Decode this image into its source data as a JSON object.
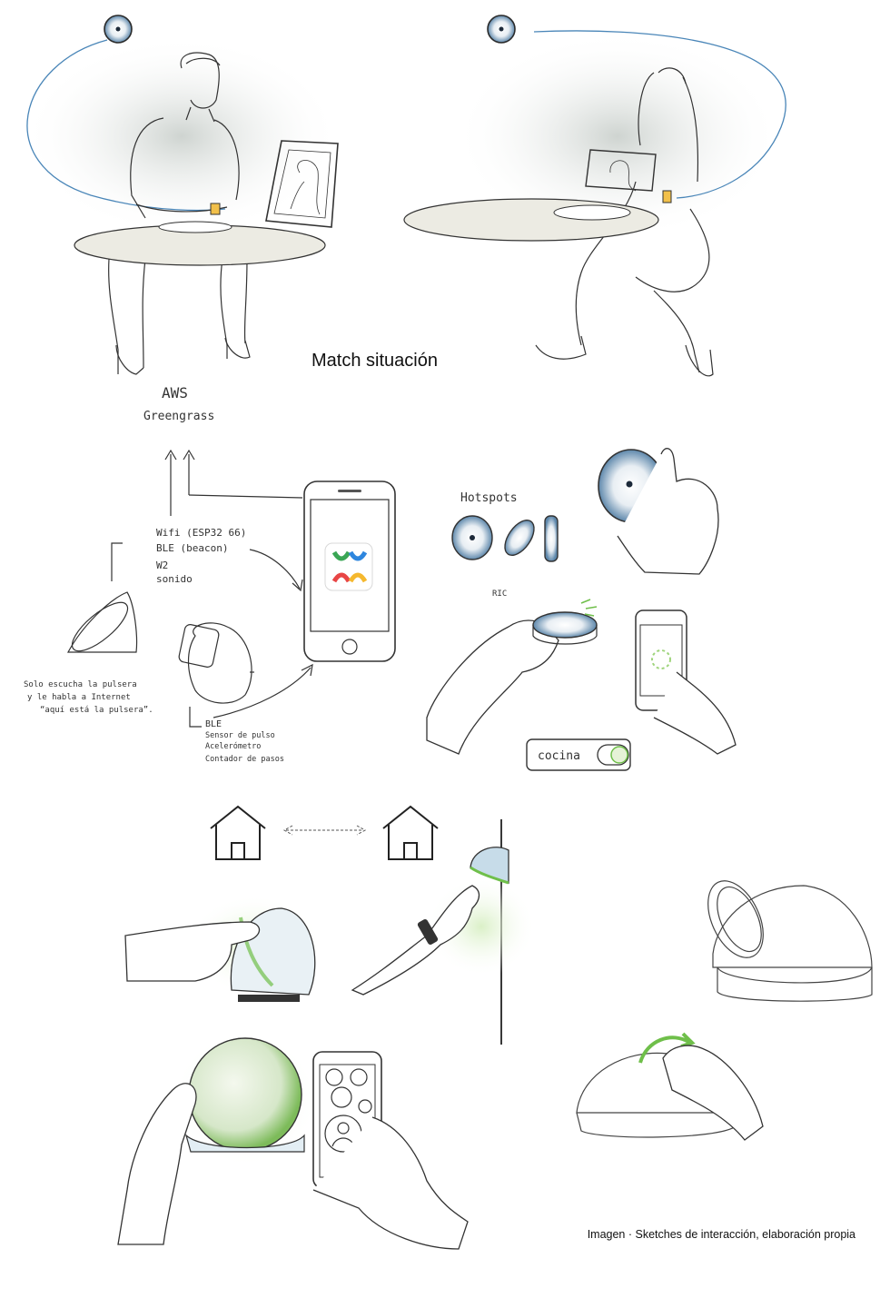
{
  "heading": "Match situación",
  "caption": "Imagen · Sketches de interacción, elaboración propia",
  "notes": {
    "aws_line1": "AWS",
    "aws_line2": "Greengrass",
    "hotspots": "Hotspots",
    "wifi": "Wifi (ESP32 66)",
    "ble_beacon": "BLE (beacon)",
    "w2": "W2",
    "sonido": "sonido",
    "solo_line1": "Solo escucha la pulsera",
    "solo_line2": "y le habla a Internet",
    "solo_line3": "“aquí está la pulsera”.",
    "ble": "BLE",
    "sensor_pulso": "Sensor de pulso",
    "acelerometro": "Acelerómetro",
    "contador": "Contador de pasos",
    "ric": "RIC",
    "cocina": "cocina"
  },
  "colors": {
    "ink": "#2a2a2a",
    "connection_line": "#4a86b8",
    "table_fill": "#ecebe3",
    "glow_green": "#6fbf4a",
    "device_blue": "#5b8fb5"
  }
}
